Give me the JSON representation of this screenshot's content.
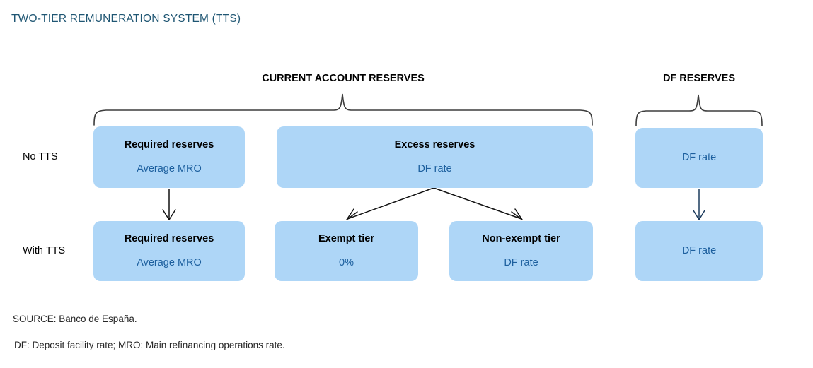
{
  "title": "TWO-TIER REMUNERATION SYSTEM (TTS)",
  "groups": {
    "current_account": "CURRENT ACCOUNT RESERVES",
    "df_reserves": "DF RESERVES"
  },
  "rows": {
    "no_tts": "No TTS",
    "with_tts": "With TTS"
  },
  "boxes": {
    "required_reserves_top": {
      "title": "Required reserves",
      "value": "Average MRO"
    },
    "excess_reserves": {
      "title": "Excess reserves",
      "value": "DF rate"
    },
    "df_rate_top": {
      "title": "",
      "value": "DF rate"
    },
    "required_reserves_bottom": {
      "title": "Required reserves",
      "value": "Average MRO"
    },
    "exempt_tier": {
      "title": "Exempt tier",
      "value": "0%"
    },
    "non_exempt_tier": {
      "title": "Non-exempt tier",
      "value": "DF rate"
    },
    "df_rate_bottom": {
      "title": "",
      "value": "DF rate"
    }
  },
  "footer": {
    "source": "SOURCE: Banco de España.",
    "abbreviations": "DF: Deposit facility rate; MRO: Main refinancing operations rate."
  },
  "colors": {
    "title_text": "#1f5673",
    "box_fill": "#aed6f7",
    "box_value_text": "#1c5f9e",
    "box_title_text": "#000000",
    "connector": "#1a1a1a",
    "brace": "#3d3d3d",
    "background": "#ffffff"
  }
}
